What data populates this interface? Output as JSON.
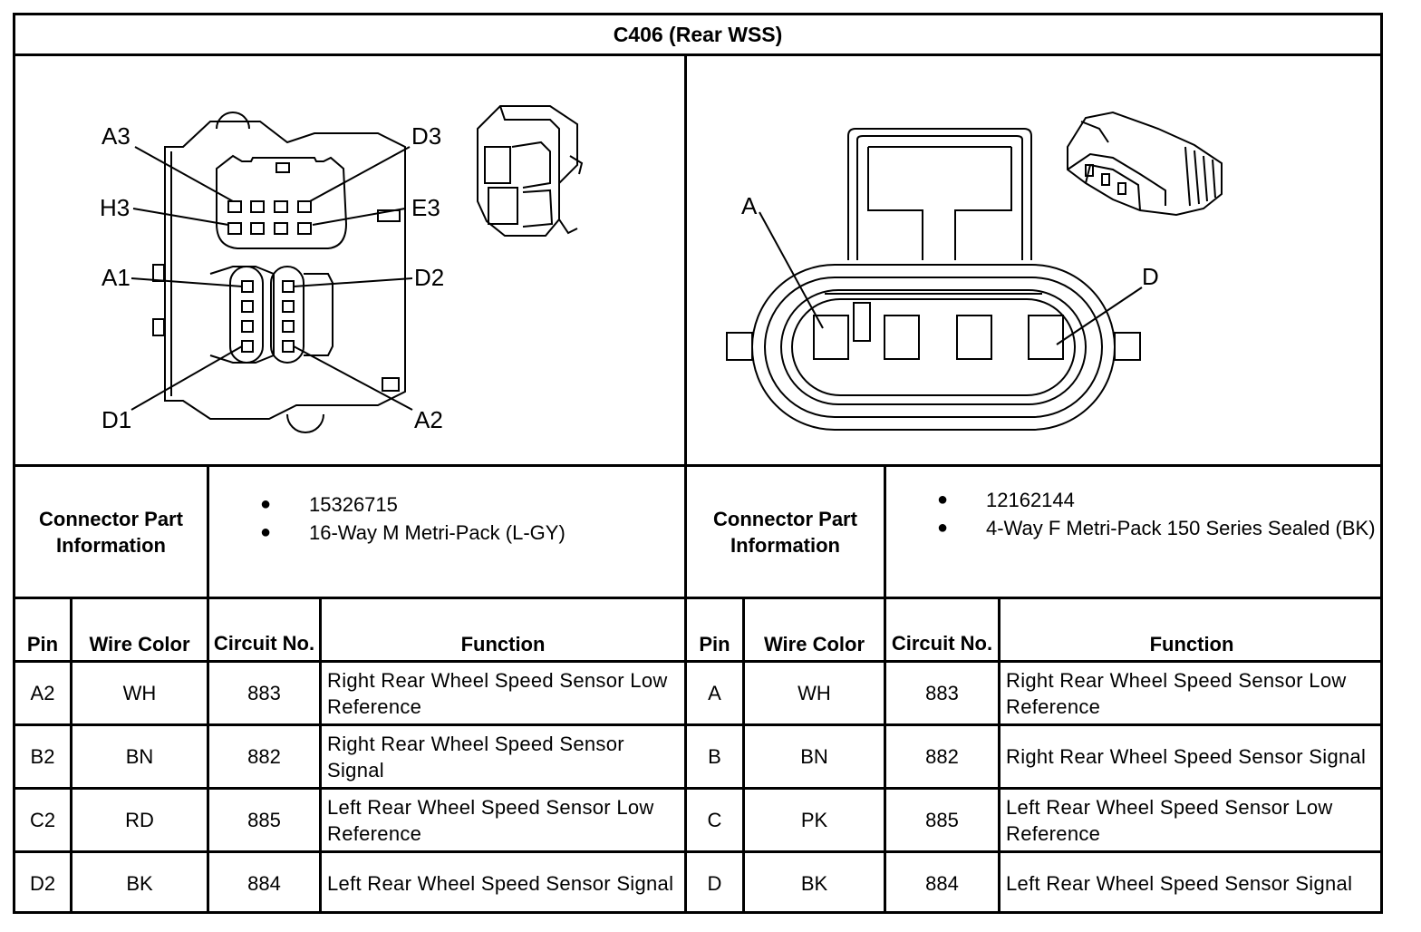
{
  "title": "C406 (Rear WSS)",
  "left_diagram": {
    "labels": [
      "A3",
      "D3",
      "H3",
      "E3",
      "A1",
      "D2",
      "D1",
      "A2"
    ]
  },
  "right_diagram": {
    "labels": [
      "A",
      "D"
    ]
  },
  "left_info": {
    "header": "Connector Part Information",
    "items": [
      "15326715",
      "16-Way M Metri-Pack (L-GY)"
    ]
  },
  "right_info": {
    "header": "Connector Part Information",
    "items": [
      "12162144",
      "4-Way F Metri-Pack 150 Series Sealed (BK)"
    ]
  },
  "columns": {
    "pin": "Pin",
    "wire_color": "Wire Color",
    "circuit_no": "Circuit No.",
    "function": "Function"
  },
  "left_rows": [
    {
      "pin": "A2",
      "wire": "WH",
      "circuit": "883",
      "function": "Right Rear Wheel Speed Sensor Low Reference"
    },
    {
      "pin": "B2",
      "wire": "BN",
      "circuit": "882",
      "function": "Right Rear Wheel Speed Sensor Signal"
    },
    {
      "pin": "C2",
      "wire": "RD",
      "circuit": "885",
      "function": "Left Rear Wheel Speed Sensor Low Reference"
    },
    {
      "pin": "D2",
      "wire": "BK",
      "circuit": "884",
      "function": "Left Rear Wheel Speed Sensor Signal"
    }
  ],
  "right_rows": [
    {
      "pin": "A",
      "wire": "WH",
      "circuit": "883",
      "function": "Right Rear Wheel Speed Sensor Low Reference"
    },
    {
      "pin": "B",
      "wire": "BN",
      "circuit": "882",
      "function": "Right Rear Wheel Speed Sensor Signal"
    },
    {
      "pin": "C",
      "wire": "PK",
      "circuit": "885",
      "function": "Left Rear Wheel Speed Sensor Low Reference"
    },
    {
      "pin": "D",
      "wire": "BK",
      "circuit": "884",
      "function": "Left Rear Wheel Speed Sensor Signal"
    }
  ]
}
